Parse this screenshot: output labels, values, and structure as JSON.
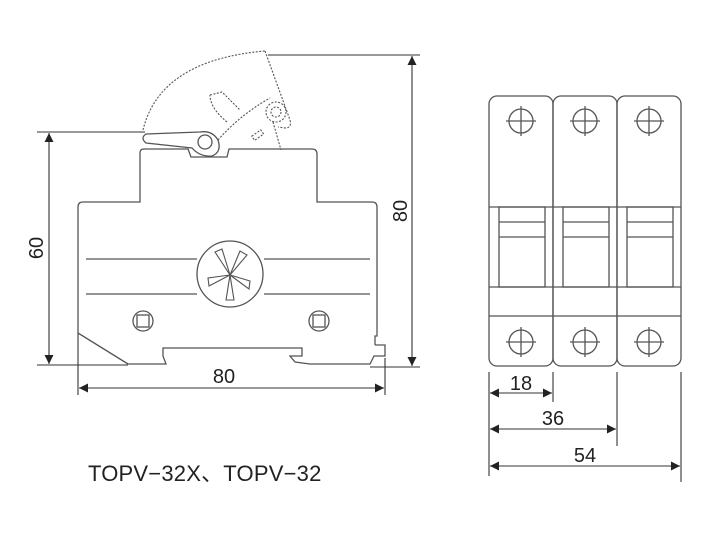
{
  "drawing": {
    "type": "technical dimension drawing",
    "caption": "TOPV−32X、TOPV−32",
    "colors": {
      "outline": "#555555",
      "dimension_line": "#333333",
      "arrow": "#222222",
      "text": "#222222",
      "background": "#ffffff"
    },
    "side_view": {
      "title": "side view",
      "dimensions": {
        "height_body": "60",
        "height_total": "80",
        "width": "80"
      },
      "units": "mm"
    },
    "front_view": {
      "title": "front view (3 poles)",
      "poles": 3,
      "dimensions": {
        "one_pole_width": "18",
        "two_pole_width": "36",
        "three_pole_width": "54"
      },
      "units": "mm"
    }
  }
}
